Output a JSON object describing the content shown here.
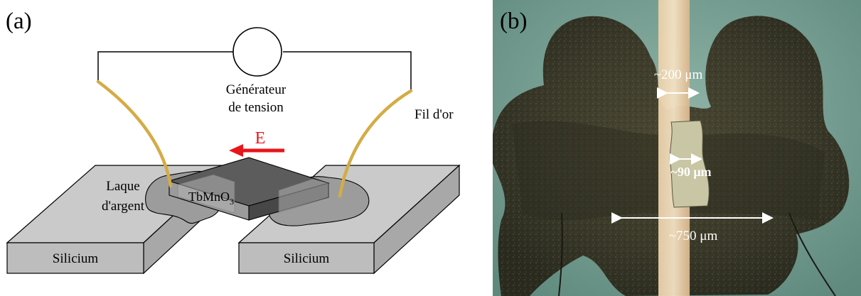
{
  "panel_a": {
    "label": "(a)",
    "generator_label_line1": "Générateur",
    "generator_label_line2": "de tension",
    "gold_wire_label": "Fil d'or",
    "field_label": "E",
    "silver_lacquer_line1": "Laque",
    "silver_lacquer_line2": "d'argent",
    "crystal_label": "TbMnO",
    "crystal_subscript": "3",
    "silicon_left_label": "Silicium",
    "silicon_right_label": "Silicium"
  },
  "panel_b": {
    "label": "(b)",
    "width_wire": "~200 μm",
    "width_gap": "~90 μm",
    "width_total": "~750 μm"
  },
  "colors": {
    "gold_wire": "#d4ac45",
    "field_arrow": "#e8161b",
    "silicon_fill": "#c8c8c8",
    "lacquer_fill": "#9a9a9a",
    "crystal_top": "#5a5a5a",
    "photo_background": "#6e9a8f"
  }
}
